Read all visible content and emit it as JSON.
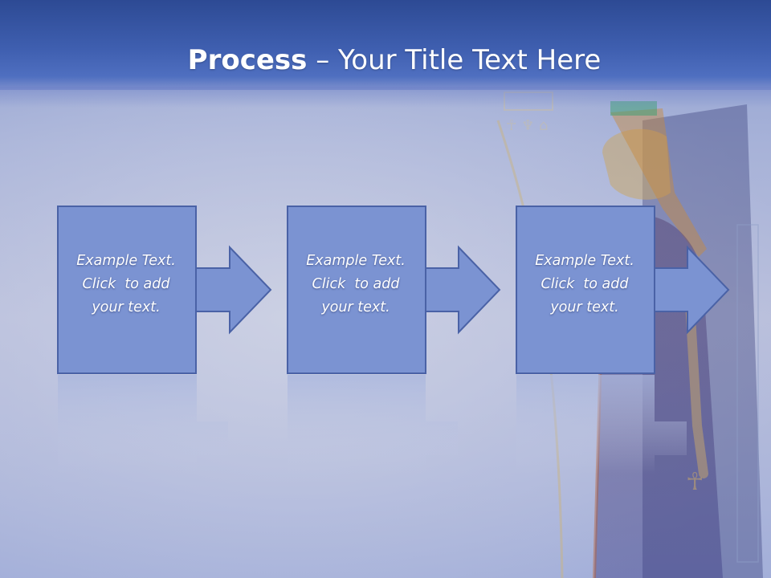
{
  "slide": {
    "title_bold": "Process",
    "title_sep": " – ",
    "title_rest": "Your Title Text Here"
  },
  "steps": [
    {
      "line1": "Example Text.",
      "line2": "Click  to add",
      "line3": "your text."
    },
    {
      "line1": "Example Text.",
      "line2": "Click  to add",
      "line3": "your text."
    },
    {
      "line1": "Example Text.",
      "line2": "Click  to add",
      "line3": "your text."
    }
  ],
  "colors": {
    "header": "#3f5fb0",
    "step_fill": "#7b93d2",
    "step_stroke": "#4a62a6",
    "text": "#ffffff"
  },
  "icons": [
    "arrow-right-icon"
  ]
}
